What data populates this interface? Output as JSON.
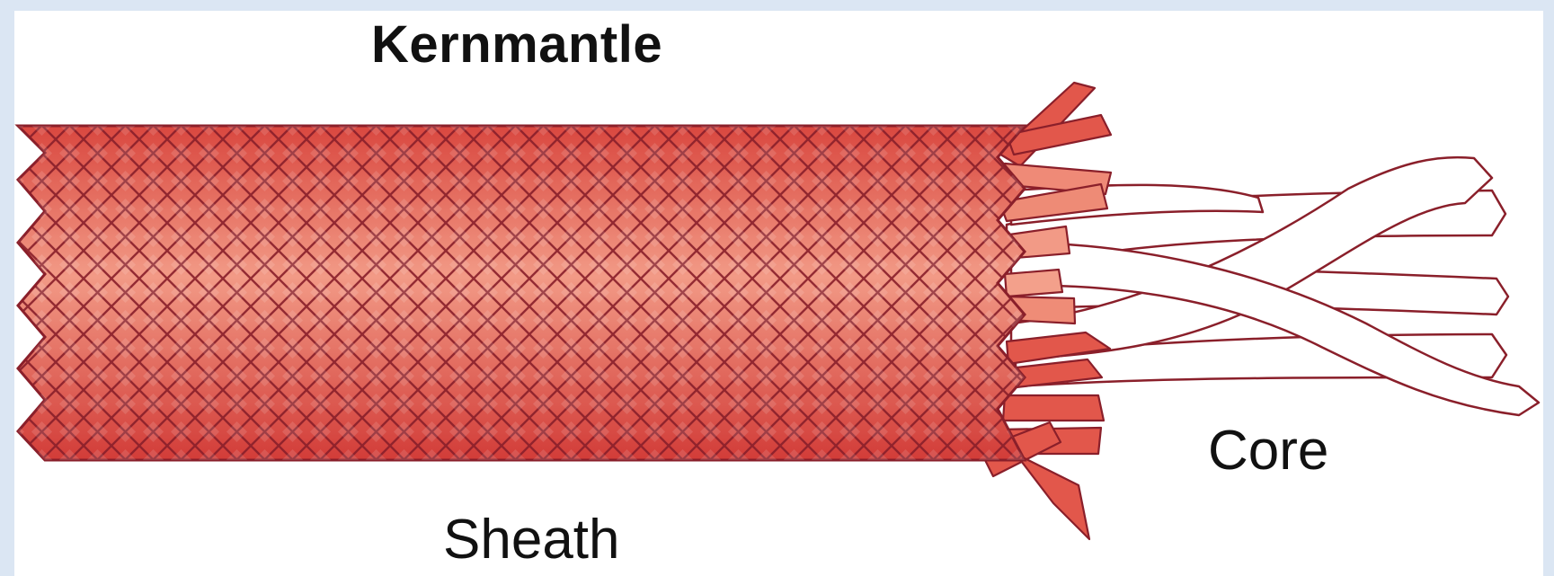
{
  "title": "Kernmantle",
  "labels": {
    "sheath": "Sheath",
    "core": "Core"
  },
  "colors": {
    "border": "#dbe6f3",
    "sheath_dark": "#d4453f",
    "sheath_light": "#f08d7a",
    "sheath_outline": "#8a1f2a",
    "core_fill": "#ffffff",
    "core_outline": "#8a1f2a",
    "text": "#111111"
  }
}
